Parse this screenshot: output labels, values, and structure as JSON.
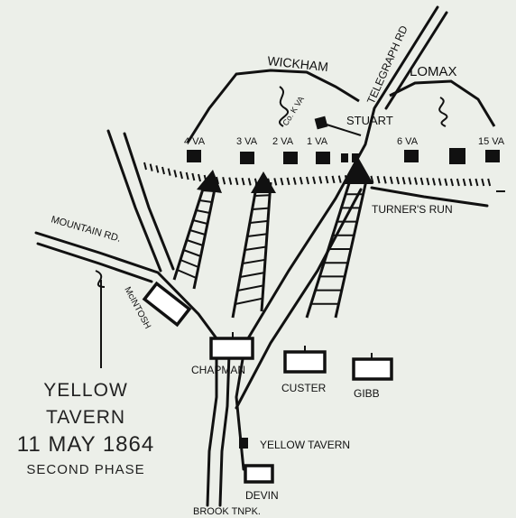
{
  "map": {
    "title": [
      "YELLOW",
      "TAVERN",
      "11 MAY 1864",
      "SECOND PHASE"
    ],
    "places": {
      "wickham": "WICKHAM",
      "lomax": "LOMAX",
      "telegraph_rd": "TELEGRAPH RD",
      "stuart": "STUART",
      "co_k_va": "Co. K VA",
      "turners_run": "TURNER'S RUN",
      "mountain_rd": "MOUNTAIN RD.",
      "yellow_tavern": "YELLOW TAVERN",
      "brook_tnpk": "BROOK TNPK."
    },
    "confederate_units": [
      "4 VA",
      "3 VA",
      "2 VA",
      "1 VA",
      "6 VA",
      "15 VA"
    ],
    "union_units": {
      "mcintosh": "McINTOSH",
      "chapman": "CHAPMAN",
      "custer": "CUSTER",
      "gibb": "GIBB",
      "devin": "DEVIN"
    },
    "colors": {
      "ink": "#111111",
      "paper": "#ecefe9"
    }
  }
}
